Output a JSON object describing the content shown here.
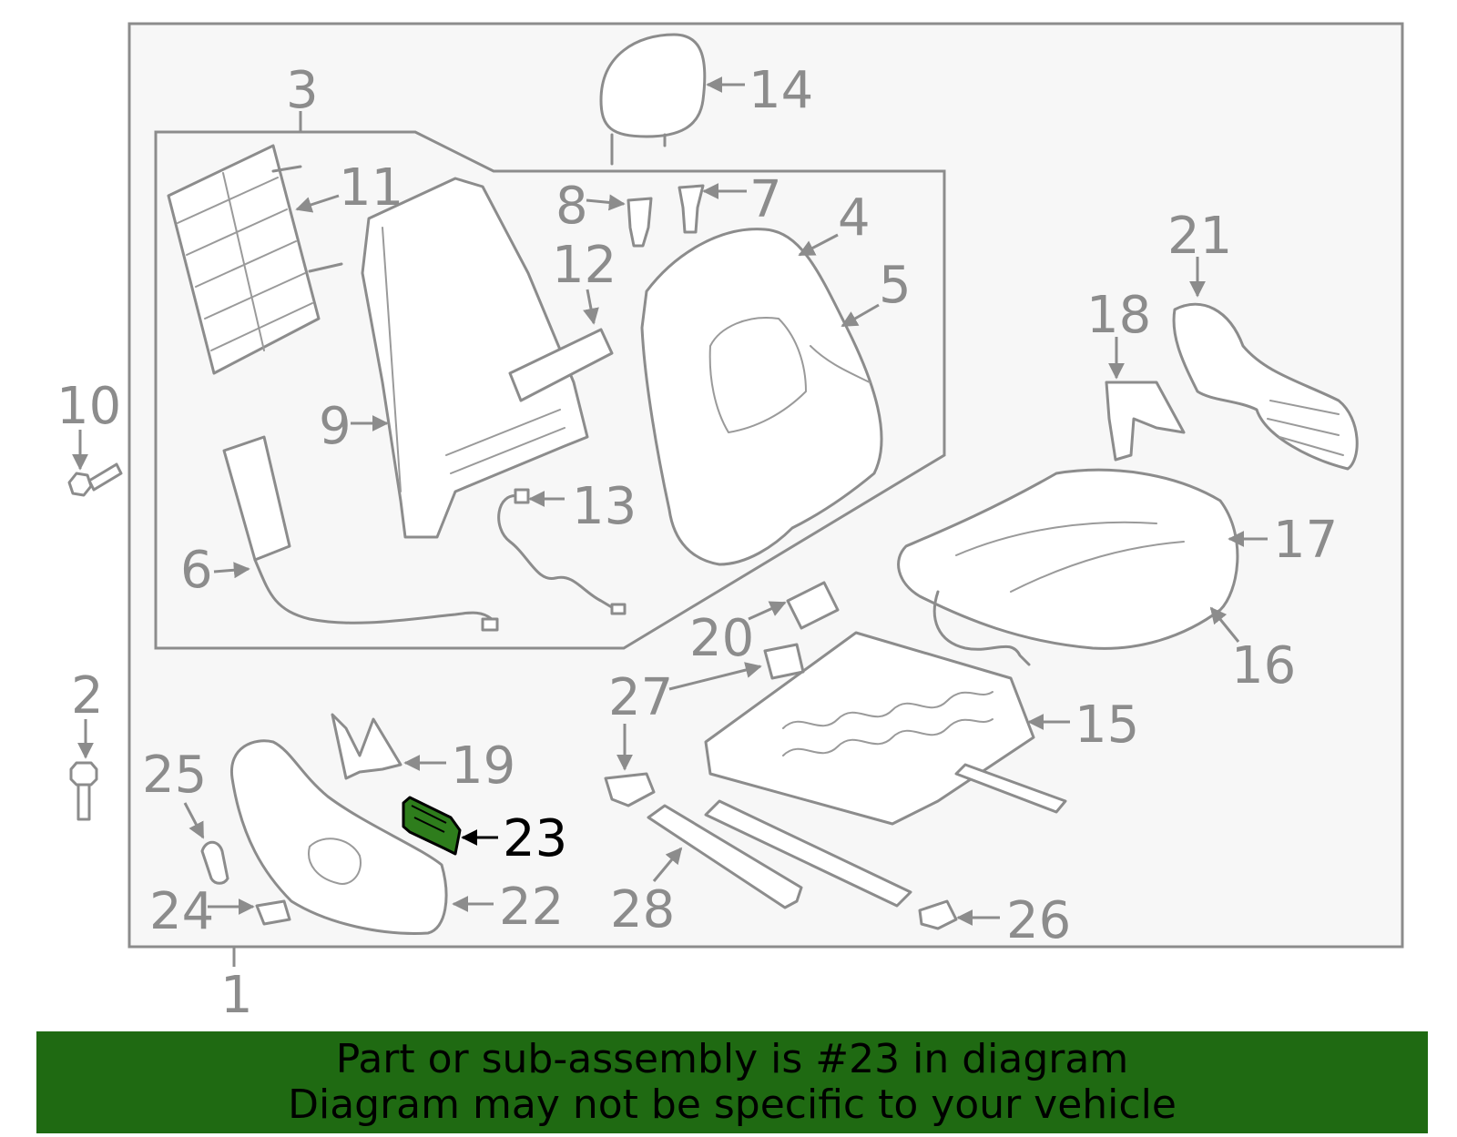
{
  "callouts": {
    "c1": "1",
    "c2": "2",
    "c3": "3",
    "c4": "4",
    "c5": "5",
    "c6": "6",
    "c7": "7",
    "c8": "8",
    "c9": "9",
    "c10": "10",
    "c11": "11",
    "c12": "12",
    "c13": "13",
    "c14": "14",
    "c15": "15",
    "c16": "16",
    "c17": "17",
    "c18": "18",
    "c19": "19",
    "c20": "20",
    "c21": "21",
    "c22": "22",
    "c23": "23",
    "c24": "24",
    "c25": "25",
    "c26": "26",
    "c27": "27",
    "c28": "28"
  },
  "highlight": {
    "part": "23",
    "color": "#2e7d1c"
  },
  "banner": {
    "line1": "Part or sub-assembly is #23 in diagram",
    "line2": "Diagram may not be specific to your vehicle",
    "background": "#1f6a12"
  },
  "colors": {
    "frame_bg": "#f7f7f7",
    "line": "#8c8c8c"
  }
}
